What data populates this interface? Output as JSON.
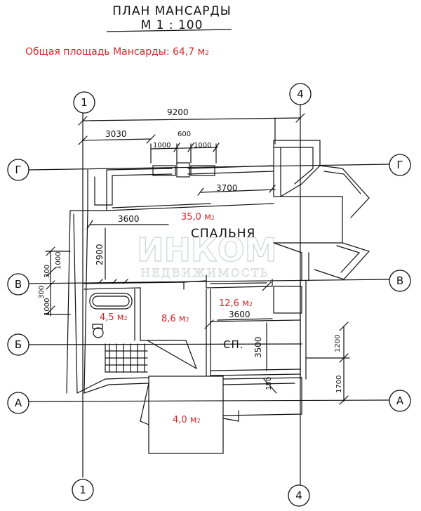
{
  "header": {
    "title_line1": "ПЛАН  МАНСАРДЫ",
    "title_line2": "М 1 : 100"
  },
  "total_area": {
    "label": "Общая площадь Мансарды: 64,7 м",
    "unit_sub": "2"
  },
  "axes": {
    "a1_top": "1",
    "a4_top": "4",
    "a1_bottom": "1",
    "a4_bottom": "4",
    "g_left": "Г",
    "g_right": "Г",
    "v_left": "В",
    "v_right": "В",
    "b_left": "Б",
    "a_left": "А",
    "a_right": "А"
  },
  "dimensions": {
    "overall": "9200",
    "d3030": "3030",
    "d600": "600",
    "d1000a": "1000",
    "d1000b": "1000",
    "d3700": "3700",
    "d3600a": "3600",
    "d2900": "2900",
    "d1000v1": "1000",
    "d300a": "300",
    "d300b": "300",
    "d1000v2": "1000",
    "d3600b": "3600",
    "d3500": "3500",
    "d1200": "1200",
    "d1700": "1700",
    "d150": "150"
  },
  "rooms": {
    "bedroom": "СПАЛЬНЯ",
    "closet": "СП."
  },
  "areas": {
    "bedroom": "35,0 м",
    "room2": "12,6 м",
    "bath": "4,5 м",
    "hall": "8,6 м",
    "balcony": "4,0 м",
    "sup": "2"
  },
  "watermark": {
    "brand": "ИНКОМ",
    "sub": "НЕДВИЖИМОСТЬ"
  }
}
